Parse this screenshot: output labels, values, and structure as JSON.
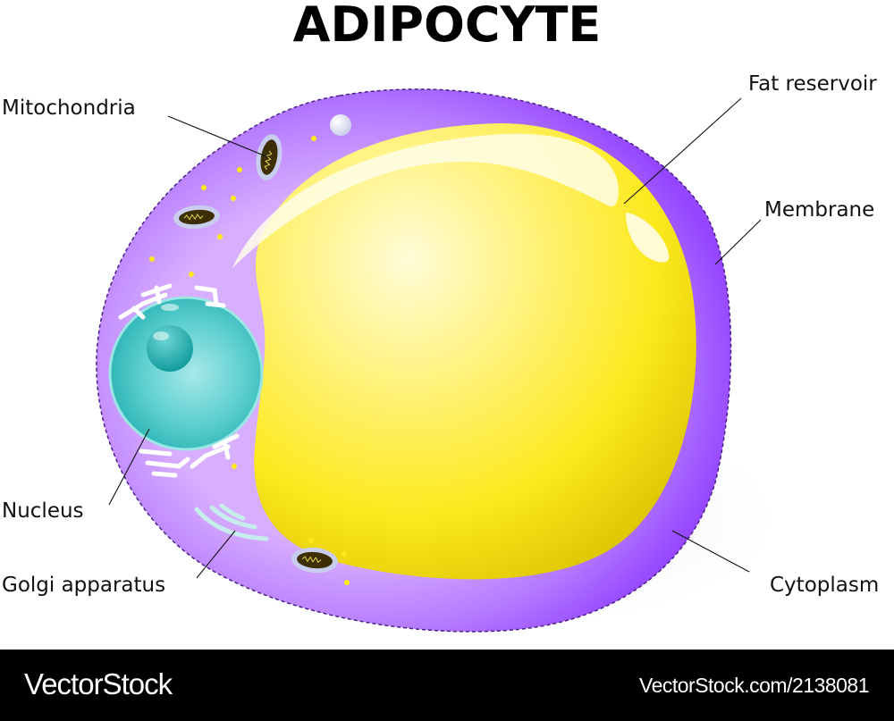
{
  "title": "ADIPOCYTE",
  "labels": {
    "mitochondria": "Mitochondria",
    "fat_reservoir": "Fat reservoir",
    "membrane": "Membrane",
    "nucleus": "Nucleus",
    "golgi": "Golgi apparatus",
    "cytoplasm": "Cytoplasm"
  },
  "colors": {
    "cytoplasm_outer": "#9B4DFF",
    "cytoplasm_inner": "#D5A8FF",
    "fat": "#FFEB1A",
    "fat_highlight": "#FFFBE0",
    "nucleus": "#3CC4C4",
    "nucleolus": "#1BA8A8",
    "mitochondria": "#3D2F05",
    "granule": "#FFE81A"
  },
  "footer": {
    "brand": "VectorStock",
    "url": "VectorStock.com/2138081"
  }
}
